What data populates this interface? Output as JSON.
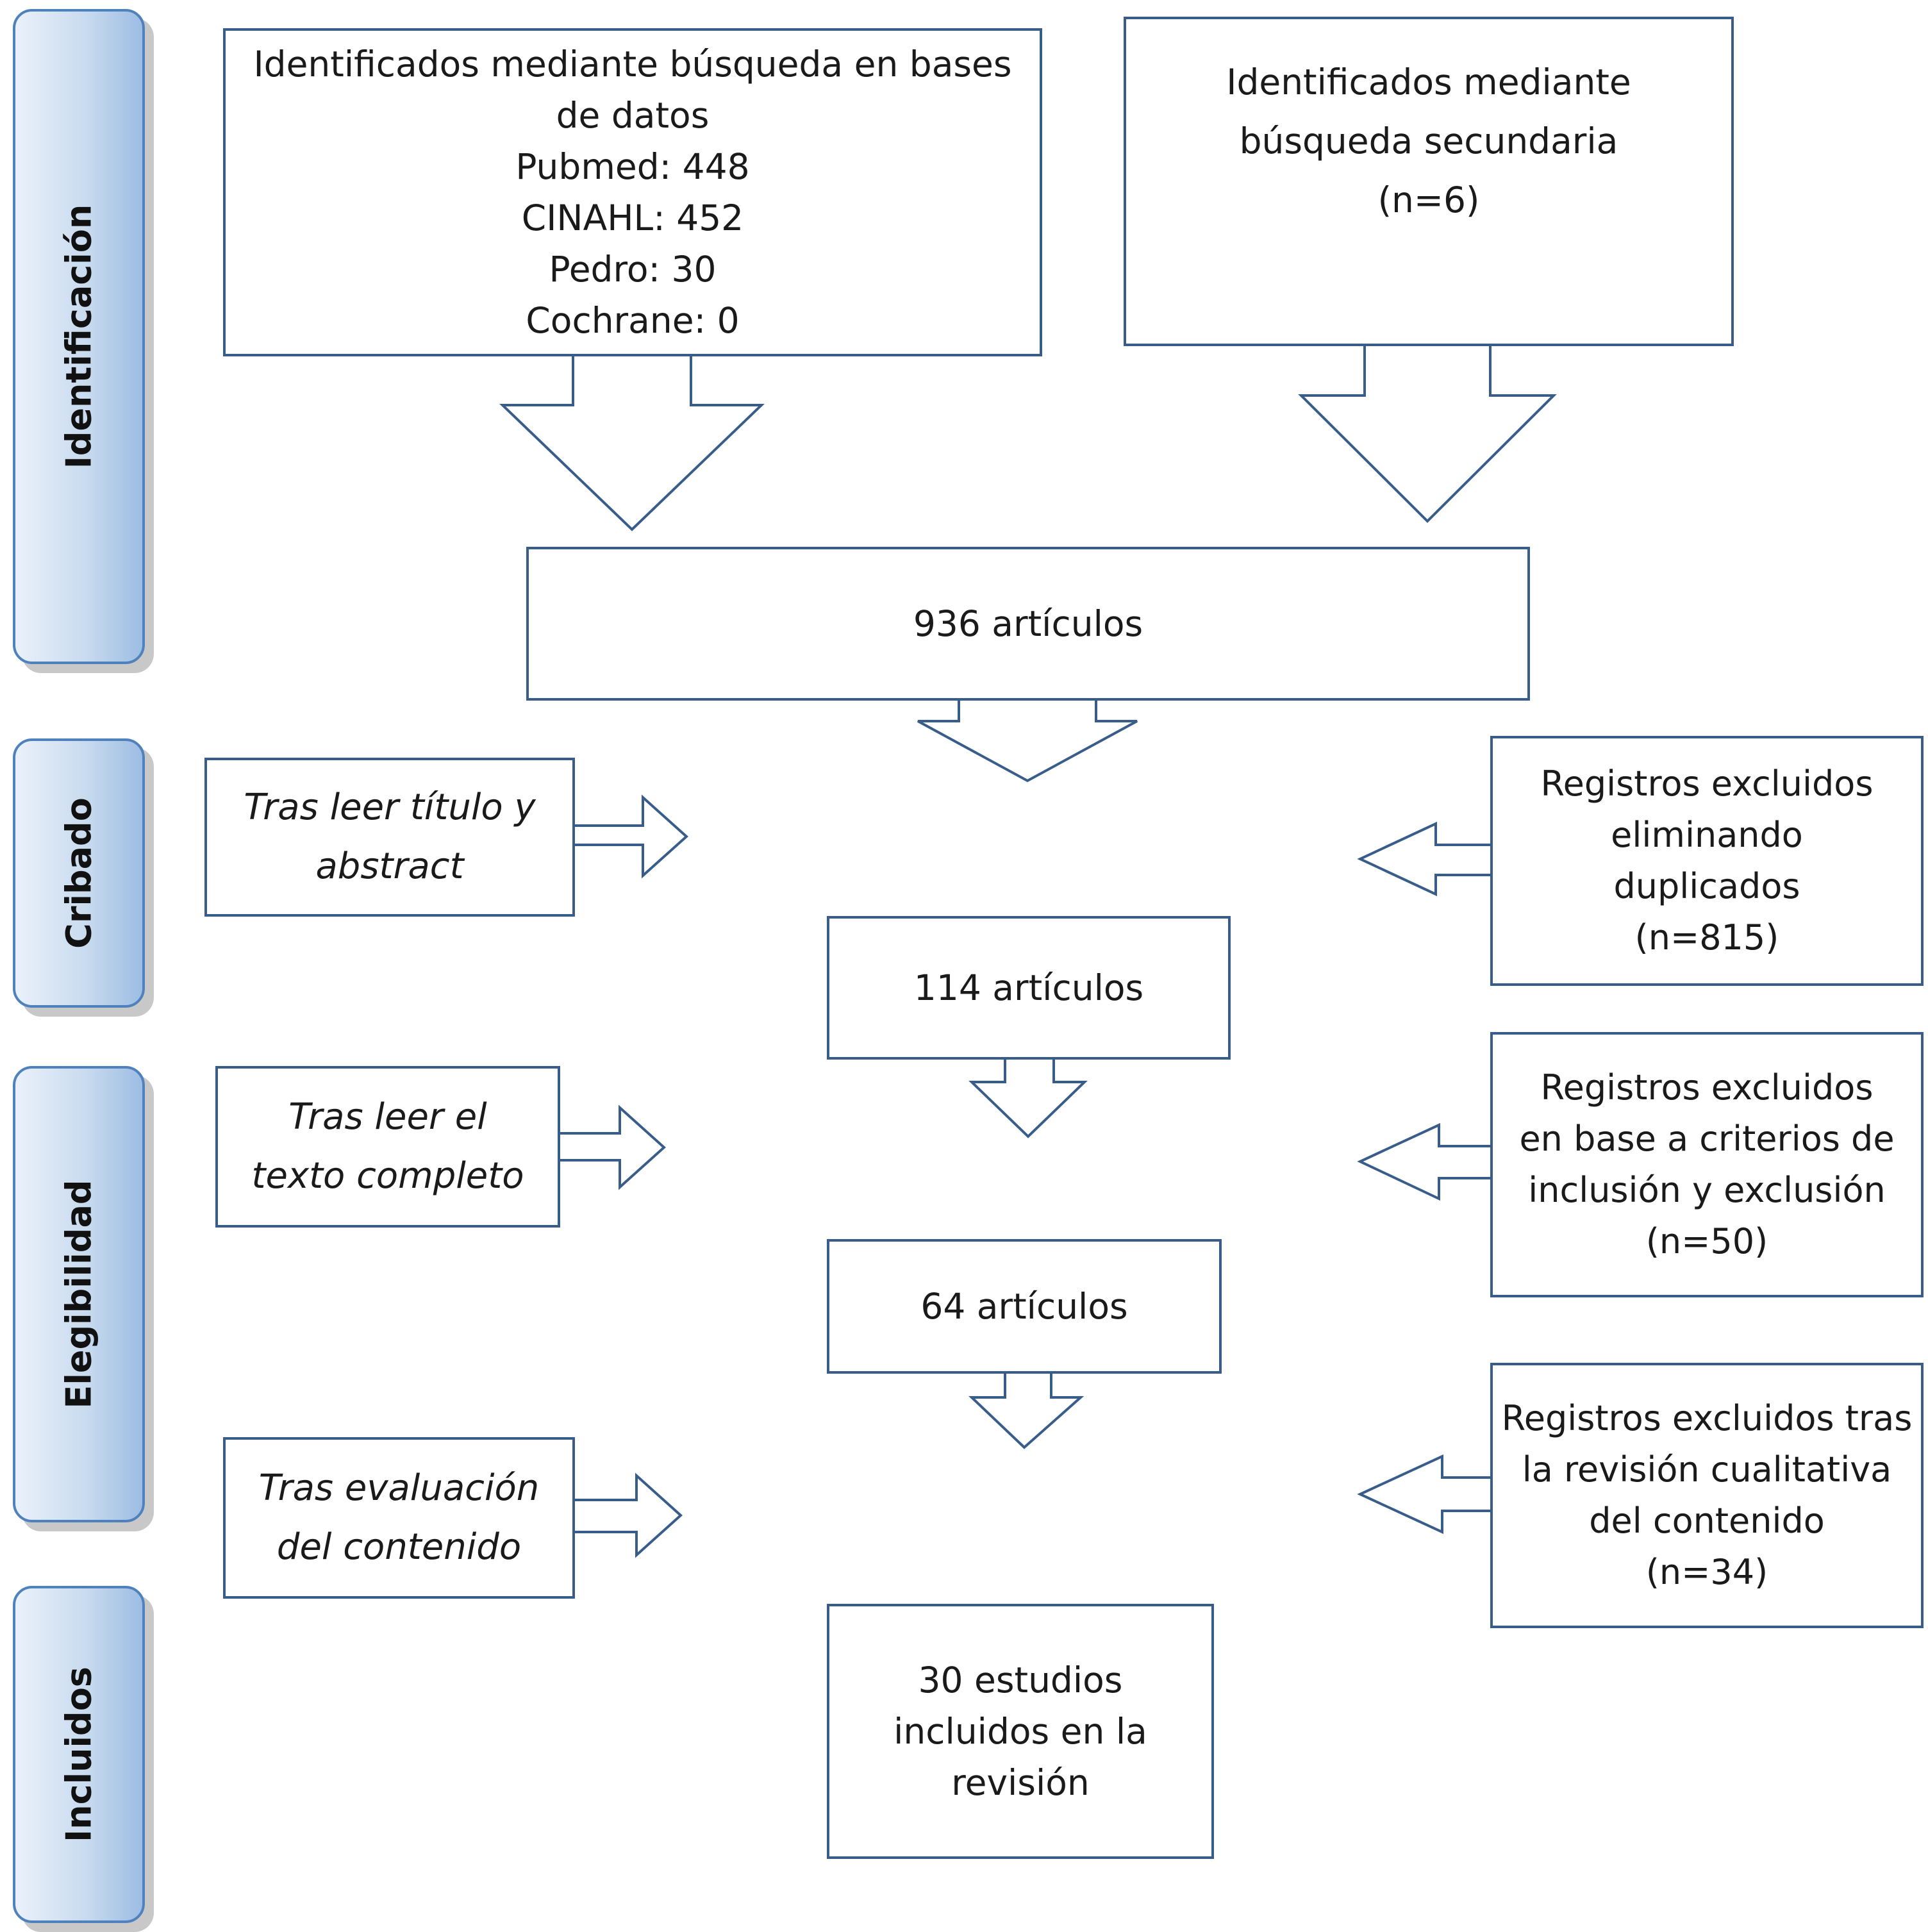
{
  "phases": {
    "identificacion": "Identificación",
    "cribado": "Cribado",
    "elegibilidad": "Elegibilidad",
    "incluidos": "Incluidos"
  },
  "identification": {
    "databases": [
      "Identificados mediante búsqueda en bases",
      "de datos",
      "Pubmed: 448",
      "CINAHL: 452",
      "Pedro: 30",
      "Cochrane: 0"
    ],
    "secondary": [
      "Identificados mediante",
      "búsqueda secundaria",
      "(n=6)"
    ]
  },
  "flow": {
    "total": "936 artículos",
    "screened": "114 artículos",
    "eligible": "64 artículos",
    "included": [
      "30 estudios",
      "incluidos en la",
      "revisión"
    ]
  },
  "steps": {
    "screening": [
      "Tras leer título y",
      "abstract"
    ],
    "eligibility": [
      "Tras leer el",
      "texto completo"
    ],
    "quality": [
      "Tras evaluación",
      "del contenido"
    ]
  },
  "exclusions": {
    "duplicates": [
      "Registros excluidos",
      "eliminando",
      "duplicados",
      "(n=815)"
    ],
    "criteria": [
      "Registros excluidos",
      "en base a criterios de",
      "inclusión y exclusión",
      "(n=50)"
    ],
    "qualitative": [
      "Registros excluidos tras",
      "la revisión cualitativa",
      "del contenido",
      "(n=34)"
    ]
  },
  "colors": {
    "border": "#385d8a",
    "phase_border": "#4f81bd",
    "phase_fill": "#c9dbef"
  }
}
